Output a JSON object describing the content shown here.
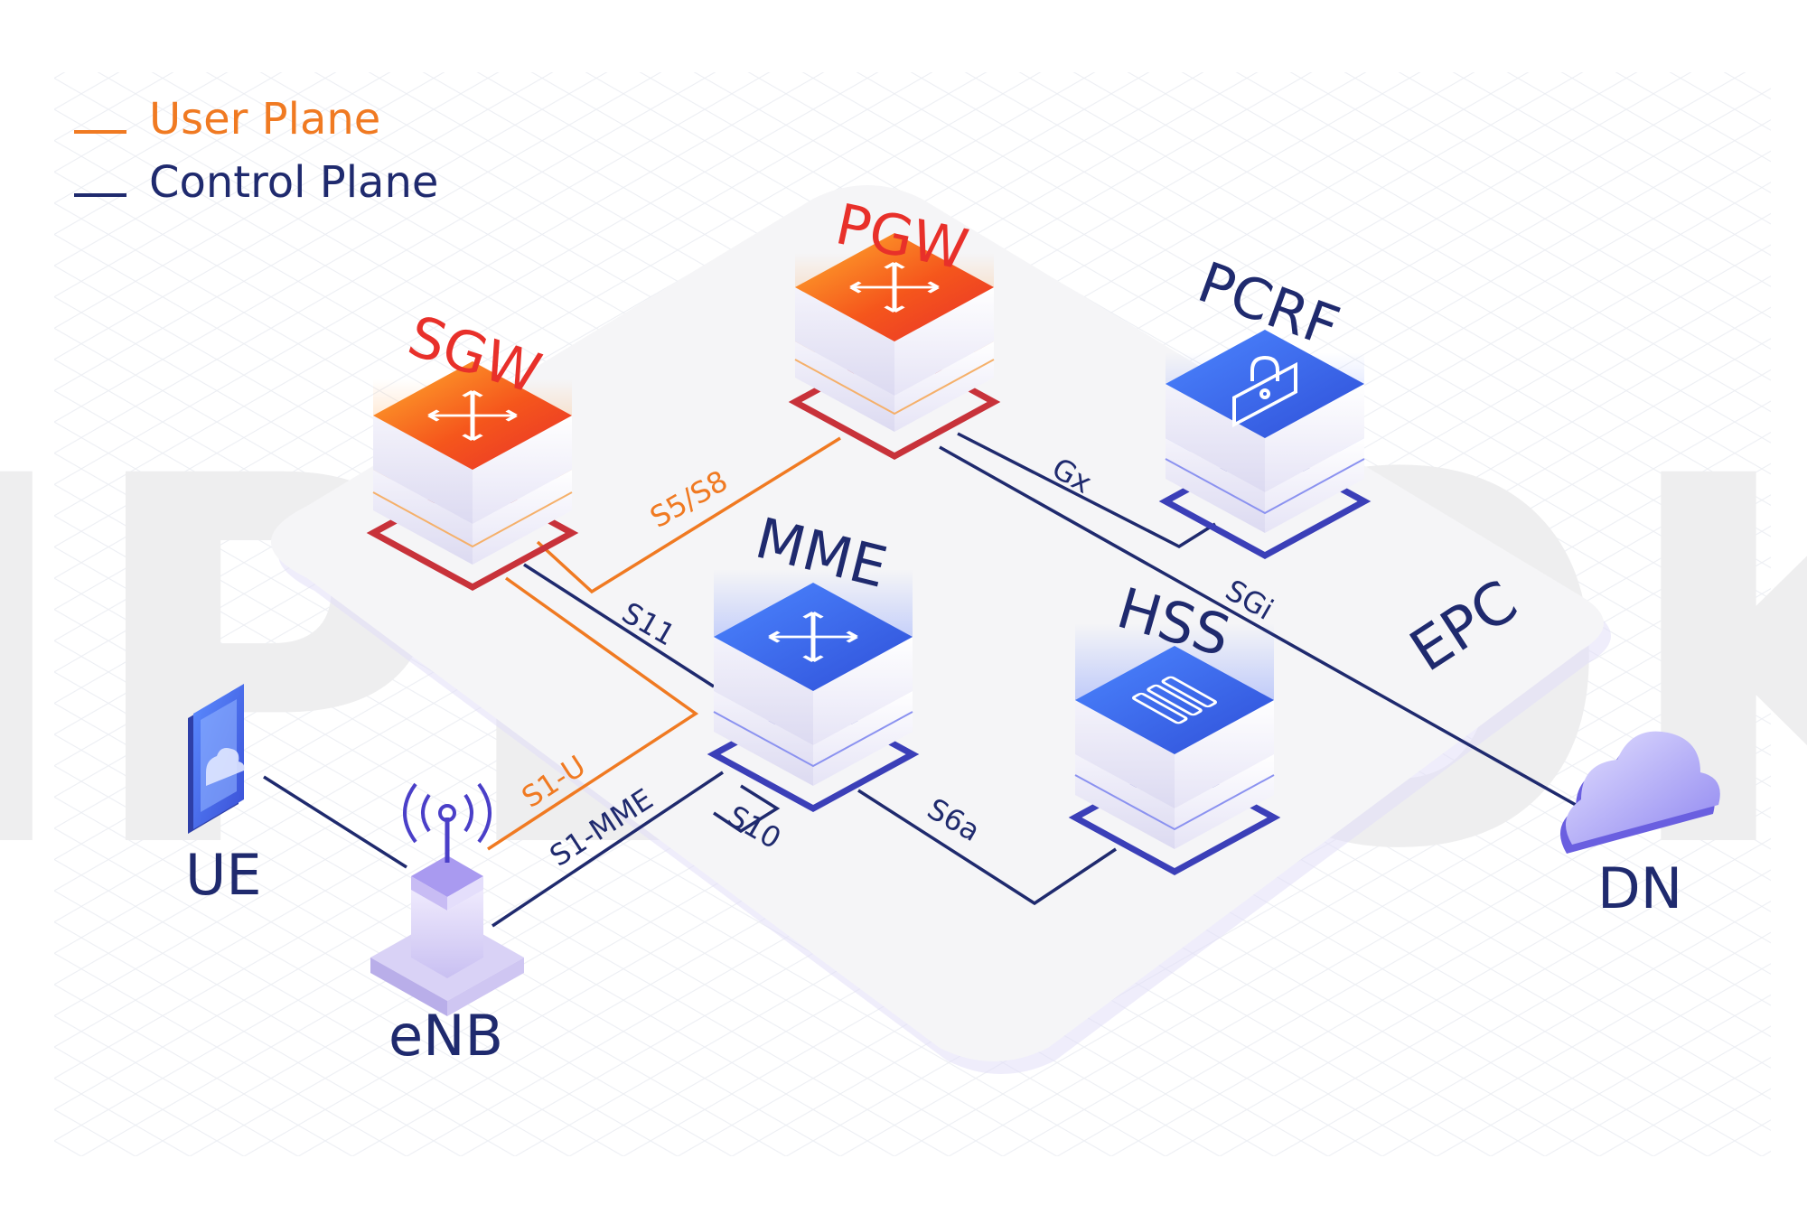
{
  "legend": [
    {
      "label": "User Plane",
      "color": "#f07a22"
    },
    {
      "label": "Control Plane",
      "color": "#1f2a6e"
    }
  ],
  "watermark": "IPLOOK",
  "region_label": "EPC",
  "nodes": {
    "pgw": {
      "label": "PGW",
      "theme": "orange",
      "icon": "router-cross-arrows-icon"
    },
    "sgw": {
      "label": "SGW",
      "theme": "orange",
      "icon": "router-cross-arrows-icon"
    },
    "pcrf": {
      "label": "PCRF",
      "theme": "blue",
      "icon": "padlock-icon"
    },
    "mme": {
      "label": "MME",
      "theme": "blue",
      "icon": "router-cross-arrows-icon"
    },
    "hss": {
      "label": "HSS",
      "theme": "blue",
      "icon": "database-rack-icon"
    },
    "ue": {
      "label": "UE",
      "icon": "smartphone-icon"
    },
    "enb": {
      "label": "eNB",
      "icon": "radio-antenna-icon"
    },
    "dn": {
      "label": "DN",
      "icon": "cloud-icon"
    }
  },
  "interfaces": {
    "s5s8": {
      "label": "S5/S8",
      "plane": "user"
    },
    "s11": {
      "label": "S11",
      "plane": "control"
    },
    "s1u": {
      "label": "S1-U",
      "plane": "user"
    },
    "s1mme": {
      "label": "S1-MME",
      "plane": "control"
    },
    "s10": {
      "label": "S10",
      "plane": "control"
    },
    "s6a": {
      "label": "S6a",
      "plane": "control"
    },
    "gx": {
      "label": "Gx",
      "plane": "control"
    },
    "sgi": {
      "label": "SGi",
      "plane": "control"
    }
  },
  "colors": {
    "user_plane": "#f07a22",
    "control_plane": "#1f2a6e",
    "orange_label": "#e8302a",
    "blue_label": "#1f2a6e",
    "blue_top": "#2f5fe6",
    "orange_top": "#f25a1f"
  }
}
